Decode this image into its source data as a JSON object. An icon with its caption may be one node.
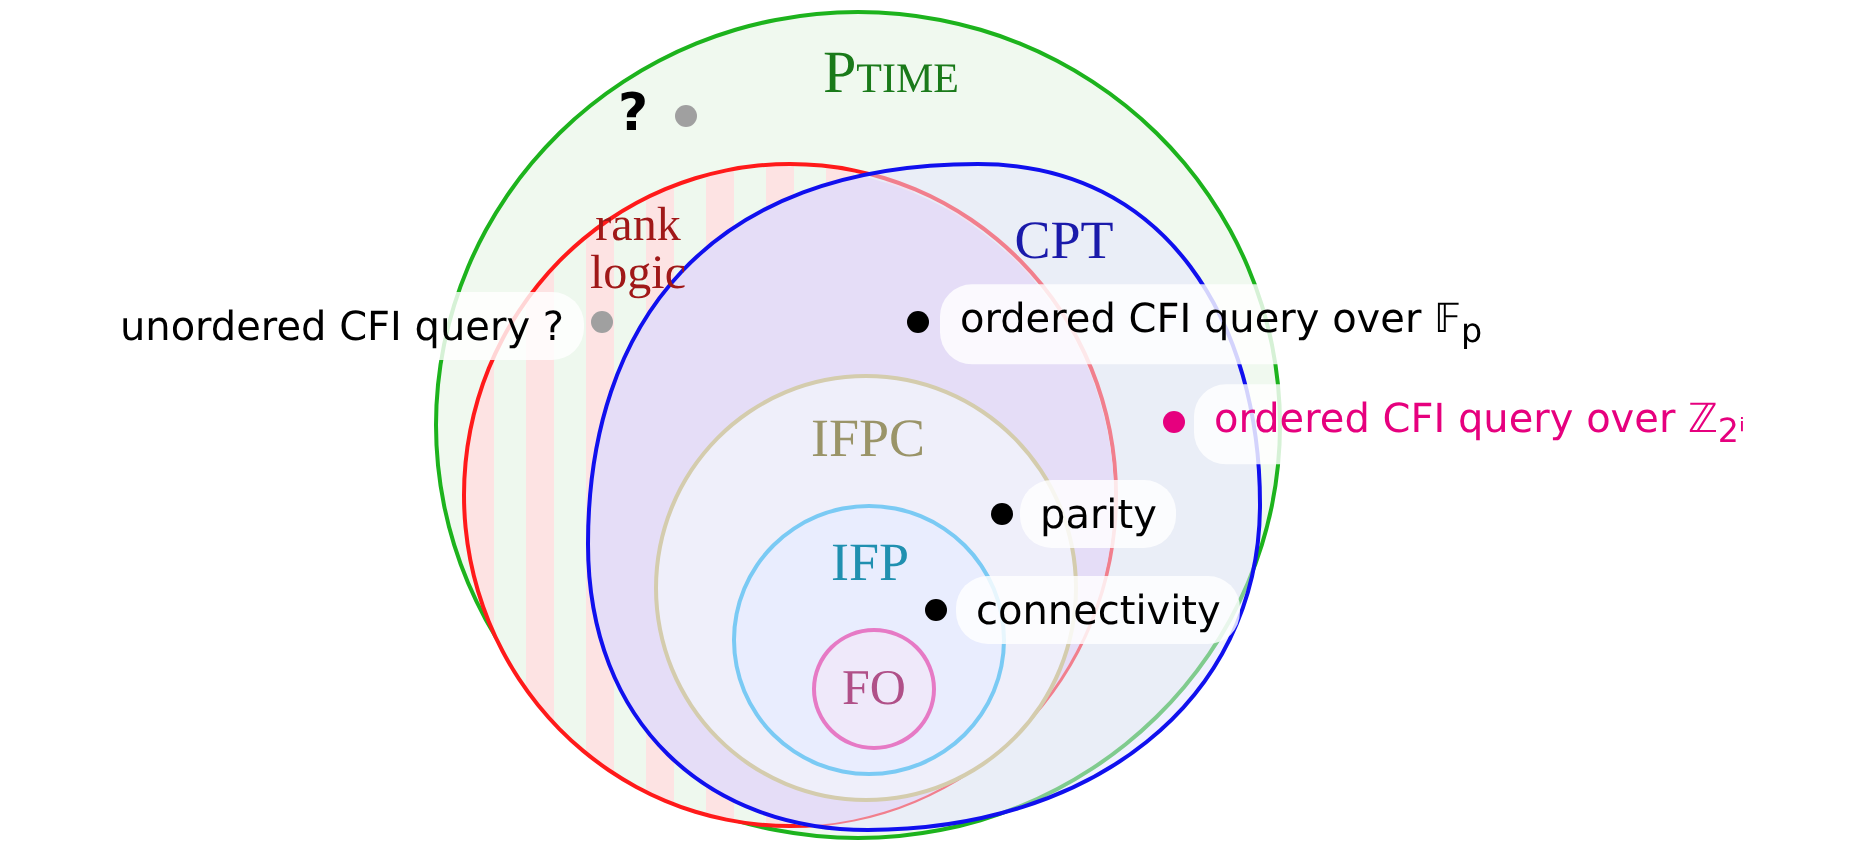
{
  "diagram": {
    "nodes": [
      {
        "text": [
          "Ptime"
        ]
      },
      {
        "text": [
          "rank logic"
        ],
        "in": 0
      },
      {
        "text": [
          "CPT"
        ],
        "in": 0
      },
      {
        "text": [
          "IFPC"
        ],
        "in": 1
      },
      {
        "text": [
          "IFP"
        ],
        "in": 3
      },
      {
        "text": [
          "FO"
        ],
        "in": 4
      }
    ],
    "labels": [
      "?",
      "unordered CFI query ?",
      "ordered CFI query over 𝔽$_{p}$",
      "ordered CFI query over ℤ$_{2ⁱ}$",
      "parity",
      "connectivity"
    ]
  }
}
